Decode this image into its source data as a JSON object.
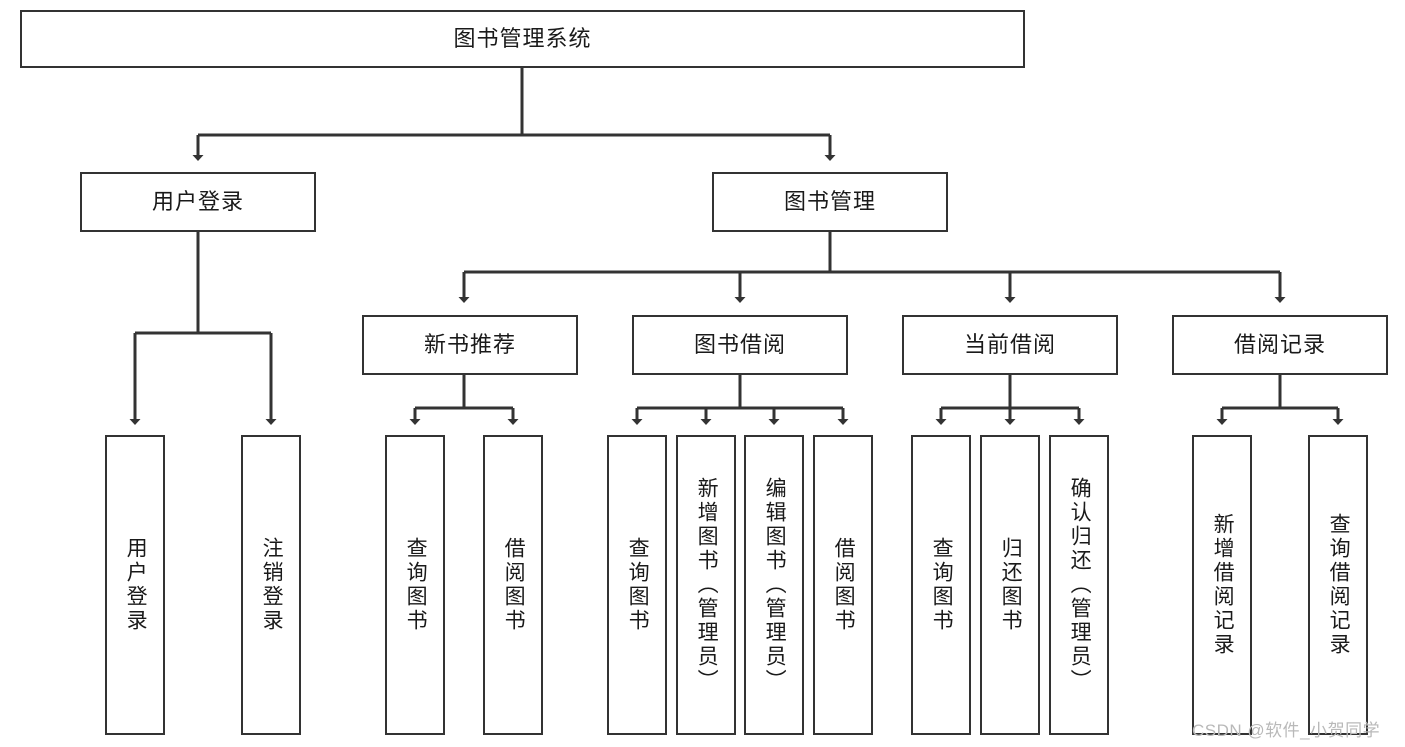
{
  "diagram": {
    "type": "hierarchy-tree",
    "title_node": {
      "id": "root",
      "label": "图书管理系统"
    },
    "level1": [
      {
        "id": "user-login",
        "label": "用户登录"
      },
      {
        "id": "book-management",
        "label": "图书管理"
      }
    ],
    "level2": [
      {
        "id": "new-book-recommend",
        "label": "新书推荐",
        "parent": "book-management"
      },
      {
        "id": "book-borrow",
        "label": "图书借阅",
        "parent": "book-management"
      },
      {
        "id": "current-borrow",
        "label": "当前借阅",
        "parent": "book-management"
      },
      {
        "id": "borrow-record",
        "label": "借阅记录",
        "parent": "book-management"
      }
    ],
    "leaves": [
      {
        "id": "leaf-user-login",
        "label": "用户登录",
        "parent": "user-login"
      },
      {
        "id": "leaf-logout-login",
        "label": "注销登录",
        "parent": "user-login"
      },
      {
        "id": "leaf-query-book-1",
        "label": "查询图书",
        "parent": "new-book-recommend"
      },
      {
        "id": "leaf-borrow-book-1",
        "label": "借阅图书",
        "parent": "new-book-recommend"
      },
      {
        "id": "leaf-query-book-2",
        "label": "查询图书",
        "parent": "book-borrow"
      },
      {
        "id": "leaf-add-book",
        "label": "新增图书（管理员）",
        "parent": "book-borrow"
      },
      {
        "id": "leaf-edit-book",
        "label": "编辑图书（管理员）",
        "parent": "book-borrow"
      },
      {
        "id": "leaf-borrow-book-2",
        "label": "借阅图书",
        "parent": "book-borrow"
      },
      {
        "id": "leaf-query-book-3",
        "label": "查询图书",
        "parent": "current-borrow"
      },
      {
        "id": "leaf-return-book",
        "label": "归还图书",
        "parent": "current-borrow"
      },
      {
        "id": "leaf-confirm-return",
        "label": "确认归还（管理员）",
        "parent": "current-borrow"
      },
      {
        "id": "leaf-add-record",
        "label": "新增借阅记录",
        "parent": "borrow-record"
      },
      {
        "id": "leaf-query-record",
        "label": "查询借阅记录",
        "parent": "borrow-record"
      }
    ],
    "colors": {
      "stroke": "#333333",
      "fill": "#ffffff",
      "text": "#1a1a1a",
      "watermark": "#b9b9b9"
    }
  },
  "watermark": {
    "text": "CSDN @软件_小贺同学"
  }
}
